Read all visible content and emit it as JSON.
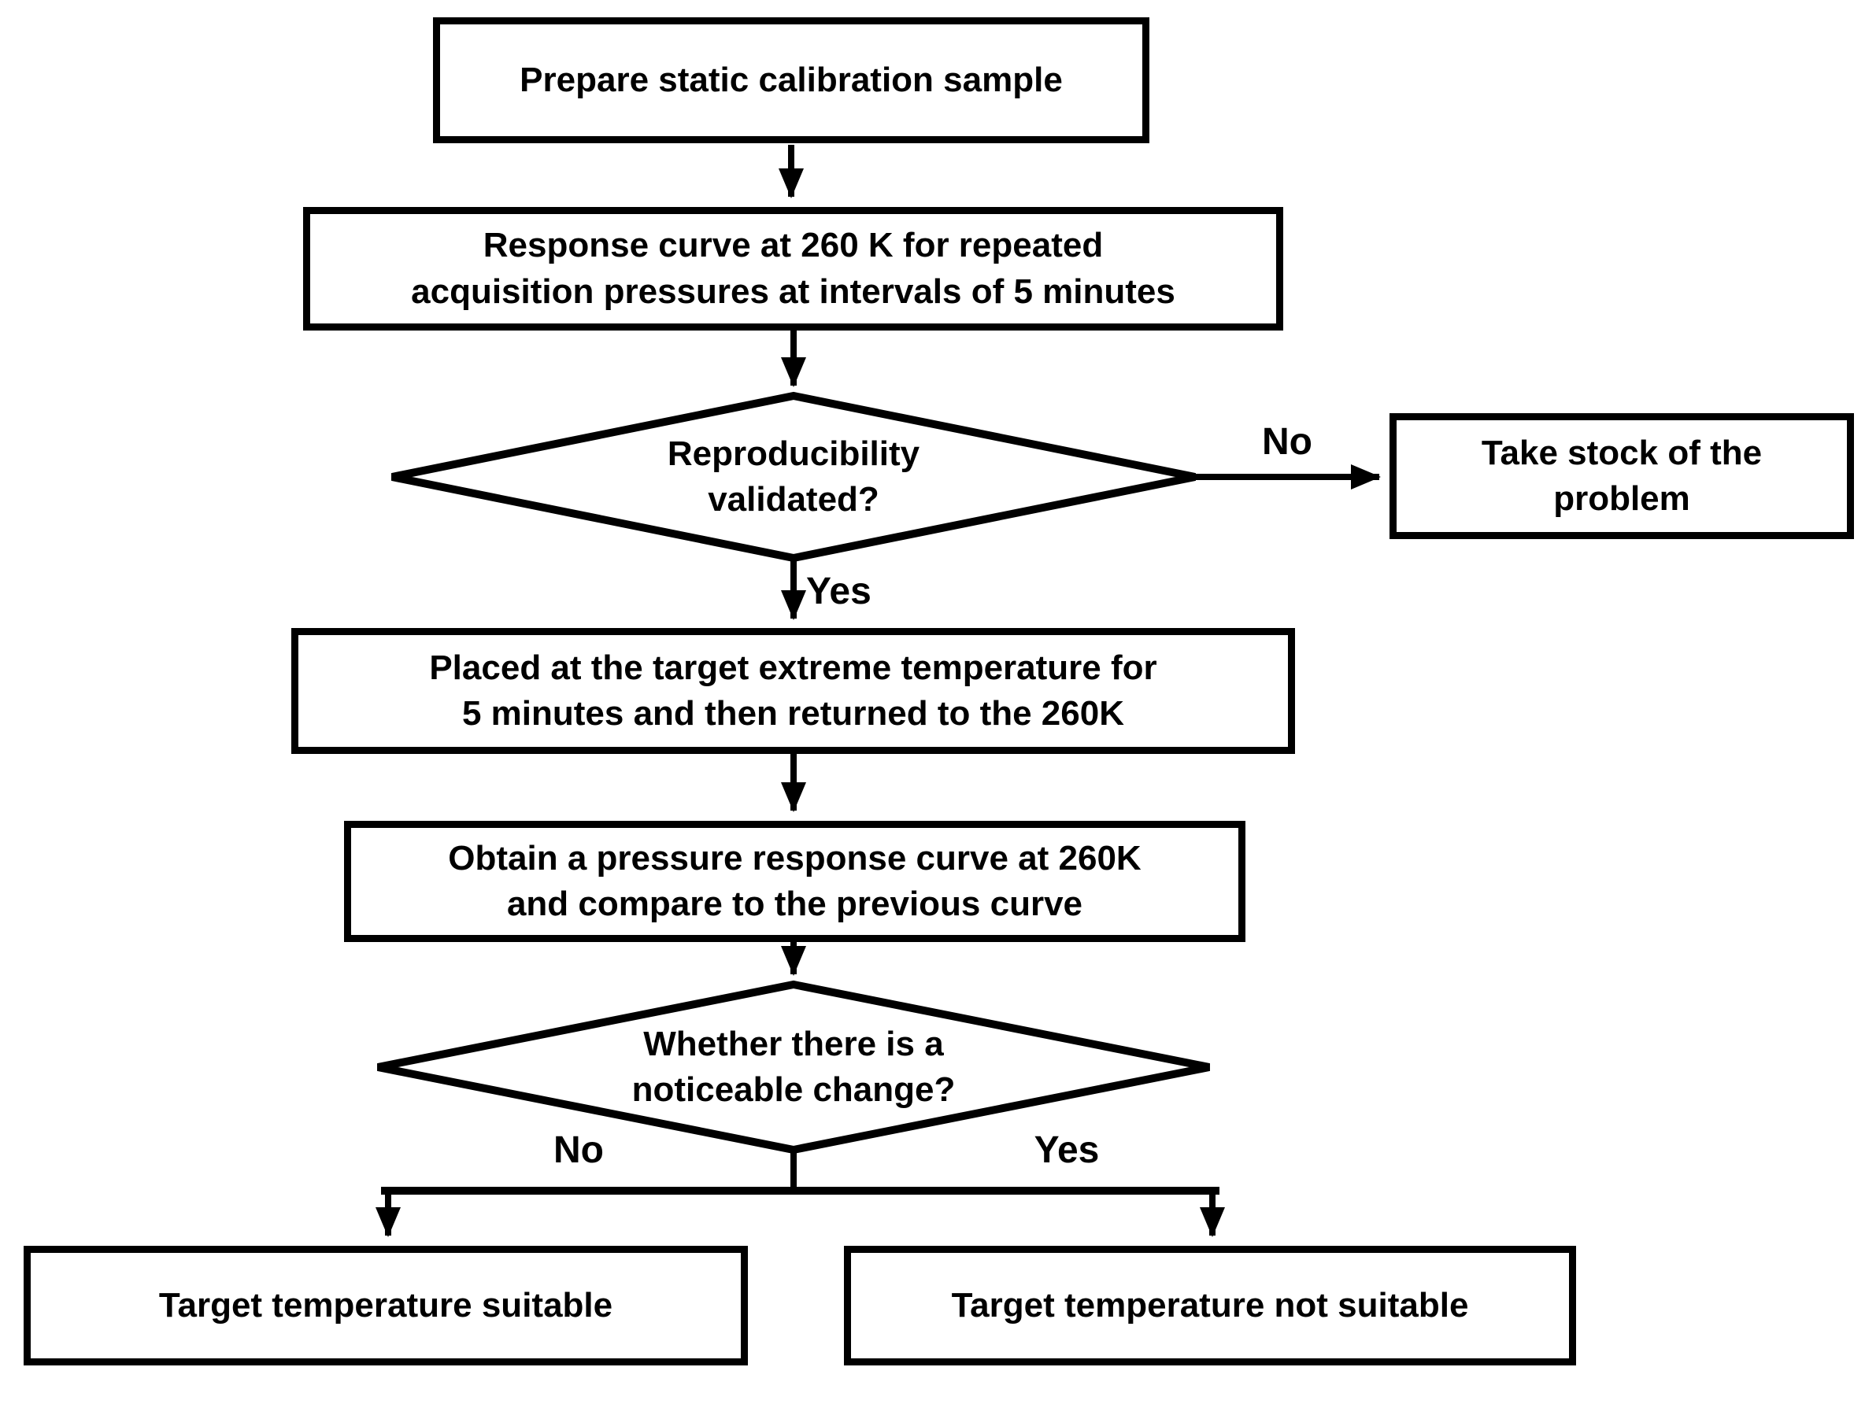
{
  "diagram": {
    "type": "flowchart",
    "colors": {
      "background": "#ffffff",
      "line": "#000000",
      "node_fill": "#ffffff",
      "text": "#000000"
    },
    "nodes": {
      "prepare": {
        "shape": "process",
        "label": "Prepare static calibration sample"
      },
      "response_curve": {
        "shape": "process",
        "label": "Response curve at 260 K for repeated\nacquisition pressures at intervals of 5 minutes"
      },
      "reproducibility": {
        "shape": "decision",
        "label": "Reproducibility\nvalidated?"
      },
      "take_stock": {
        "shape": "process",
        "label": "Take stock of the\nproblem"
      },
      "extreme_temp": {
        "shape": "process",
        "label": "Placed at the target extreme temperature for\n5 minutes and then returned to the 260K"
      },
      "obtain_curve": {
        "shape": "process",
        "label": "Obtain a pressure response curve at 260K\nand compare to the previous curve"
      },
      "noticeable_change": {
        "shape": "decision",
        "label": "Whether there is a\nnoticeable change?"
      },
      "suitable": {
        "shape": "process",
        "label": "Target temperature suitable"
      },
      "not_suitable": {
        "shape": "process",
        "label": "Target temperature not suitable"
      }
    },
    "edge_labels": {
      "reproducibility_no": "No",
      "reproducibility_yes": "Yes",
      "change_no": "No",
      "change_yes": "Yes"
    }
  }
}
